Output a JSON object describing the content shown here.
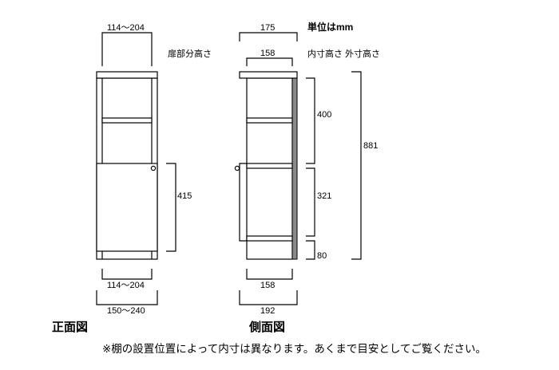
{
  "units_label": "単位はmm",
  "front_view": {
    "title": "正面図",
    "door_height_label": "扉部分高さ",
    "top_inner_width": "114〜204",
    "door_height": "415",
    "bottom_inner_width": "114〜204",
    "outer_width": "150〜240"
  },
  "side_view": {
    "title": "側面図",
    "height_labels": "内寸高さ 外寸高さ",
    "top_outer_depth": "175",
    "top_inner_depth": "158",
    "upper_inner_height": "400",
    "lower_inner_height": "321",
    "base_height": "80",
    "outer_height": "881",
    "bottom_inner_depth": "158",
    "outer_depth": "192"
  },
  "note": "※棚の設置位置によって内寸は異なります。あくまで目安としてご覧ください。",
  "colors": {
    "back_panel": "#8a8a8a"
  }
}
